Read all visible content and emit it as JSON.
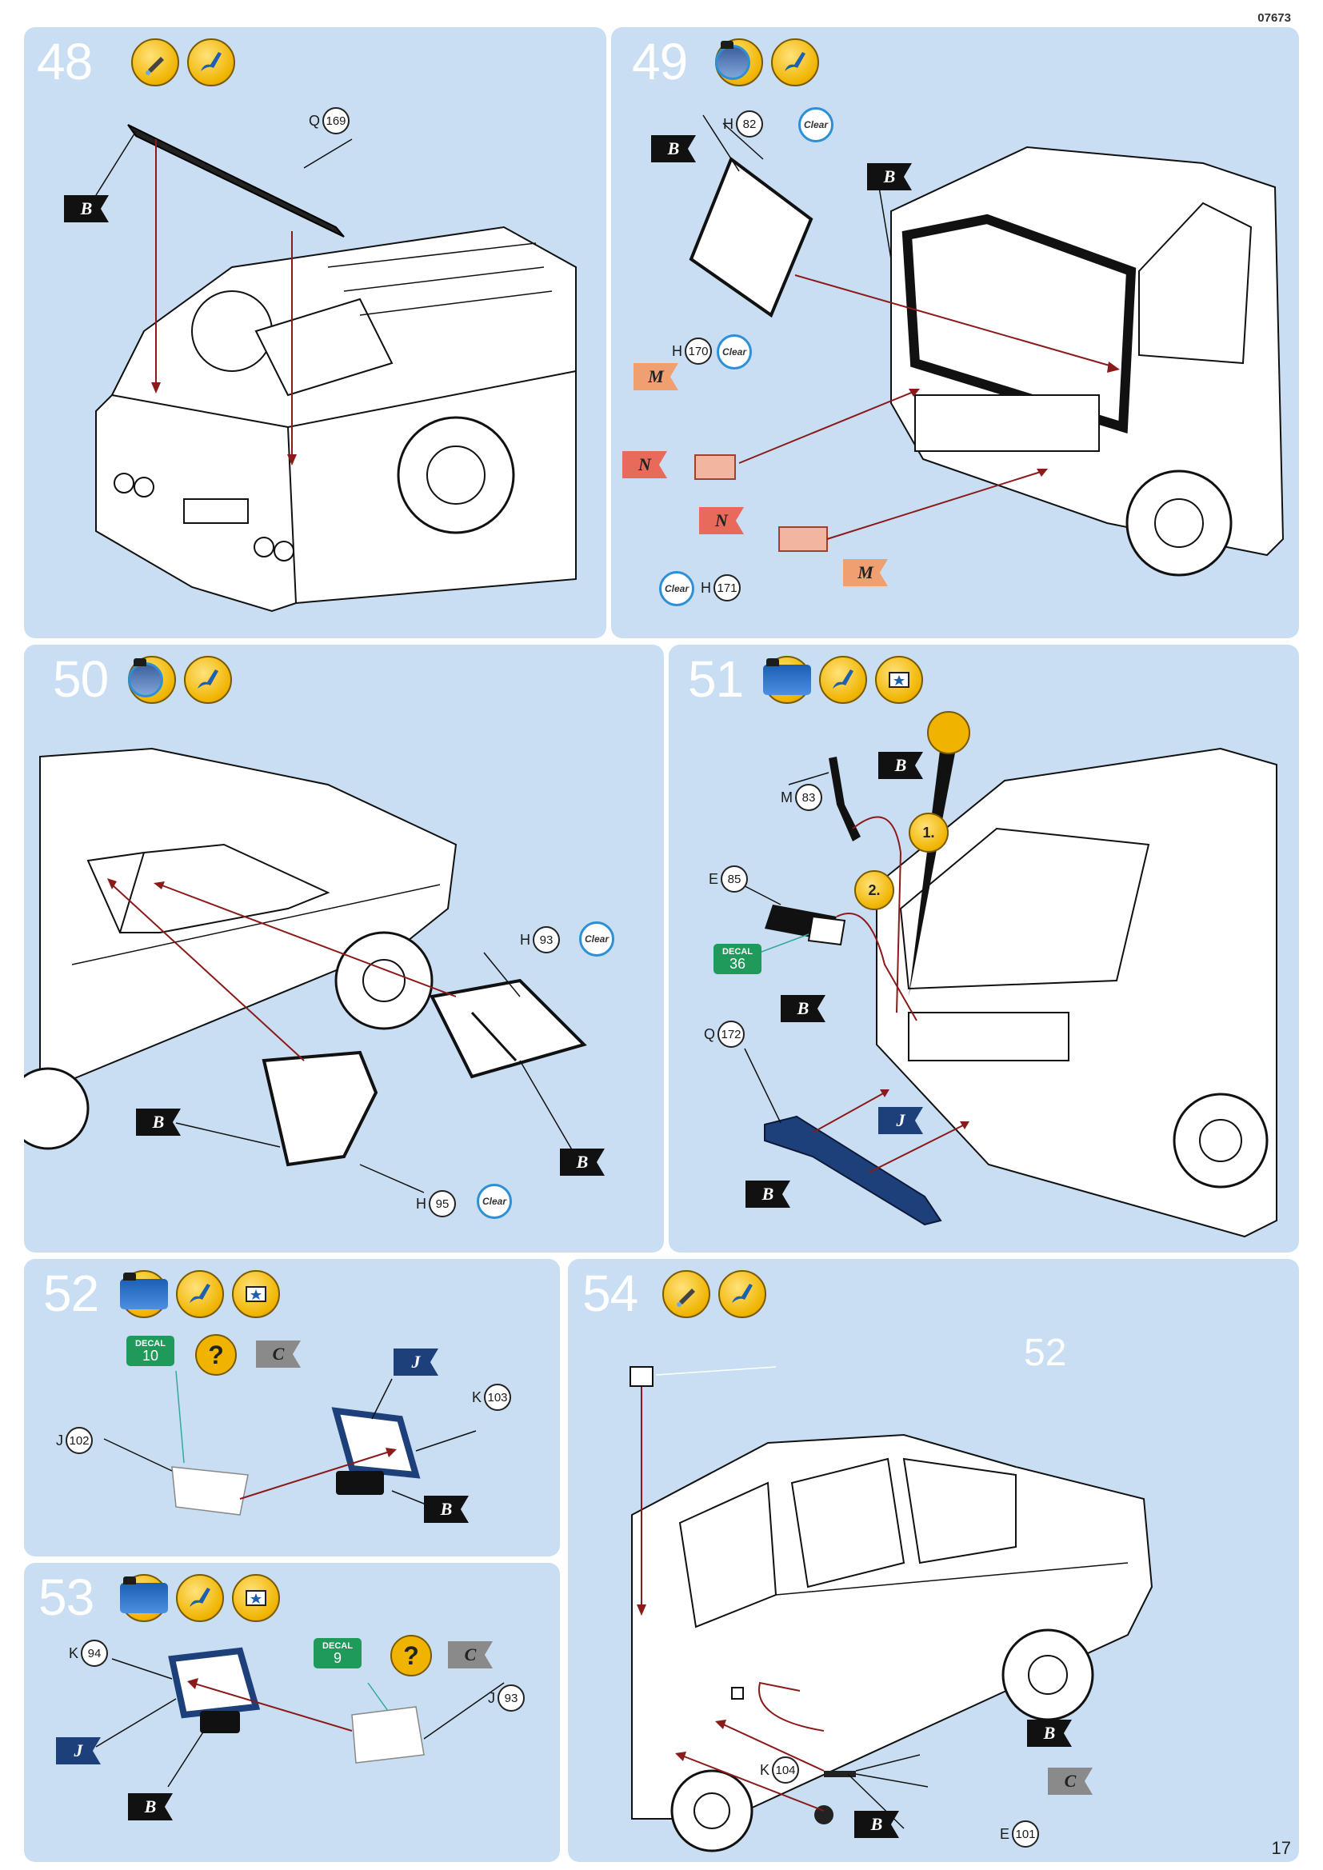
{
  "header": {
    "code": "07673"
  },
  "footer": {
    "page_number": "17"
  },
  "steps": {
    "s48": {
      "number": "48",
      "labels": {
        "q169": {
          "letter": "Q",
          "num": "169"
        }
      },
      "flags": {
        "b1": "B"
      }
    },
    "s49": {
      "number": "49",
      "labels": {
        "h82": {
          "letter": "H",
          "num": "82"
        },
        "h170": {
          "letter": "H",
          "num": "170"
        },
        "h171": {
          "letter": "H",
          "num": "171"
        }
      },
      "clear": "Clear",
      "flags": {
        "b1": "B",
        "b2": "B",
        "m1": "M",
        "n1": "N",
        "n2": "N",
        "m2": "M"
      }
    },
    "s50": {
      "number": "50",
      "labels": {
        "h93": {
          "letter": "H",
          "num": "93"
        },
        "h95": {
          "letter": "H",
          "num": "95"
        }
      },
      "clear": "Clear",
      "flags": {
        "b1": "B",
        "b2": "B"
      }
    },
    "s51": {
      "number": "51",
      "labels": {
        "m83": {
          "letter": "M",
          "num": "83"
        },
        "e85": {
          "letter": "E",
          "num": "85"
        },
        "q172": {
          "letter": "Q",
          "num": "172"
        }
      },
      "decal": {
        "title": "DECAL",
        "num": "36"
      },
      "sub_steps": [
        "1.",
        "2."
      ],
      "flags": {
        "b1": "B",
        "b2": "B",
        "b3": "B",
        "j1": "J"
      }
    },
    "s52": {
      "number": "52",
      "labels": {
        "k103": {
          "letter": "K",
          "num": "103"
        },
        "j102": {
          "letter": "J",
          "num": "102"
        }
      },
      "decal": {
        "title": "DECAL",
        "num": "10"
      },
      "qmark": "?",
      "flags": {
        "c1": "C",
        "j1": "J",
        "b1": "B"
      }
    },
    "s53": {
      "number": "53",
      "labels": {
        "k94": {
          "letter": "K",
          "num": "94"
        },
        "j93": {
          "letter": "J",
          "num": "93"
        }
      },
      "decal": {
        "title": "DECAL",
        "num": "9"
      },
      "qmark": "?",
      "flags": {
        "c1": "C",
        "j1": "J",
        "b1": "B"
      }
    },
    "s54": {
      "number": "54",
      "ref_step": "52",
      "labels": {
        "k104": {
          "letter": "K",
          "num": "104"
        },
        "e101": {
          "letter": "E",
          "num": "101"
        }
      },
      "flags": {
        "b1": "B",
        "b2": "B",
        "c1": "C"
      }
    }
  }
}
